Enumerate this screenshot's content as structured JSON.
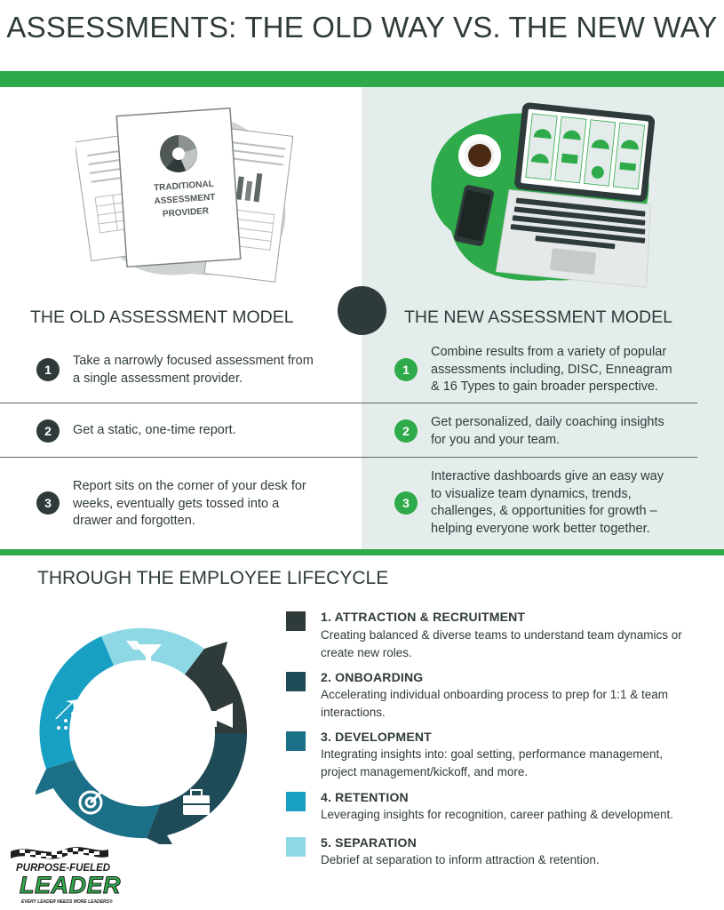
{
  "title": "ASSESSMENTS: THE OLD WAY VS. THE NEW WAY",
  "old_model": {
    "doc_label_1": "TRADITIONAL",
    "doc_label_2": "ASSESSMENT",
    "doc_label_3": "PROVIDER",
    "heading": "THE OLD ASSESSMENT MODEL",
    "steps": [
      {
        "num": "1",
        "line1": "Take a narrowly focused assessment from",
        "line2": "a single assessment provider."
      },
      {
        "num": "2",
        "line1": "Get a static, one-time report."
      },
      {
        "num": "3",
        "line1": "Report sits on the corner of your desk for",
        "line2": "weeks, eventually gets tossed into a",
        "line3": "drawer and forgotten."
      }
    ]
  },
  "new_model": {
    "heading": "THE NEW ASSESSMENT MODEL",
    "steps": [
      {
        "num": "1",
        "line1": "Combine results from a variety of popular",
        "line2": "assessments including, DISC, Enneagram",
        "line3": "& 16 Types to gain broader perspective."
      },
      {
        "num": "2",
        "line1": "Get personalized, daily coaching insights",
        "line2": "for you and your team."
      },
      {
        "num": "3",
        "line1": "Interactive dashboards give an easy way",
        "line2": "to visualize team dynamics, trends,",
        "line3": "challenges, & opportunities for growth –",
        "line4": "helping everyone work better together."
      }
    ]
  },
  "lifecycle": {
    "heading": "THROUGH THE EMPLOYEE LIFECYCLE",
    "stages": [
      {
        "title": "1. ATTRACTION & RECRUITMENT",
        "desc1": "Creating balanced & diverse teams to understand team dynamics or",
        "desc2": "create new roles.",
        "color": "#2f3b3a",
        "icon": "megaphone-icon"
      },
      {
        "title": "2. ONBOARDING",
        "desc1": "Accelerating individual onboarding process to prep for 1:1 & team",
        "desc2": "interactions.",
        "color": "#1f4a57",
        "icon": "briefcase-icon"
      },
      {
        "title": "3. DEVELOPMENT",
        "desc1": "Integrating insights into: goal setting, performance management,",
        "desc2": "project management/kickoff, and more.",
        "color": "#1b6f86",
        "icon": "target-icon"
      },
      {
        "title": "4. RETENTION",
        "desc1": "Leveraging insights for recognition, career pathing & development.",
        "color": "#17a0c4",
        "icon": "growth-arrow-icon"
      },
      {
        "title": "5. SEPARATION",
        "desc1": "Debrief at separation to inform attraction & retention.",
        "color": "#8ed8e6",
        "icon": "funnel-icon"
      }
    ]
  },
  "logo": {
    "line1": "PURPOSE-FUELED",
    "line2": "LEADER",
    "tagline": "EVERY LEADER NEEDS MORE LEADERS®"
  },
  "colors": {
    "green": "#2eaa4a",
    "dark": "#2f3b3a",
    "panel": "#e4edec"
  }
}
